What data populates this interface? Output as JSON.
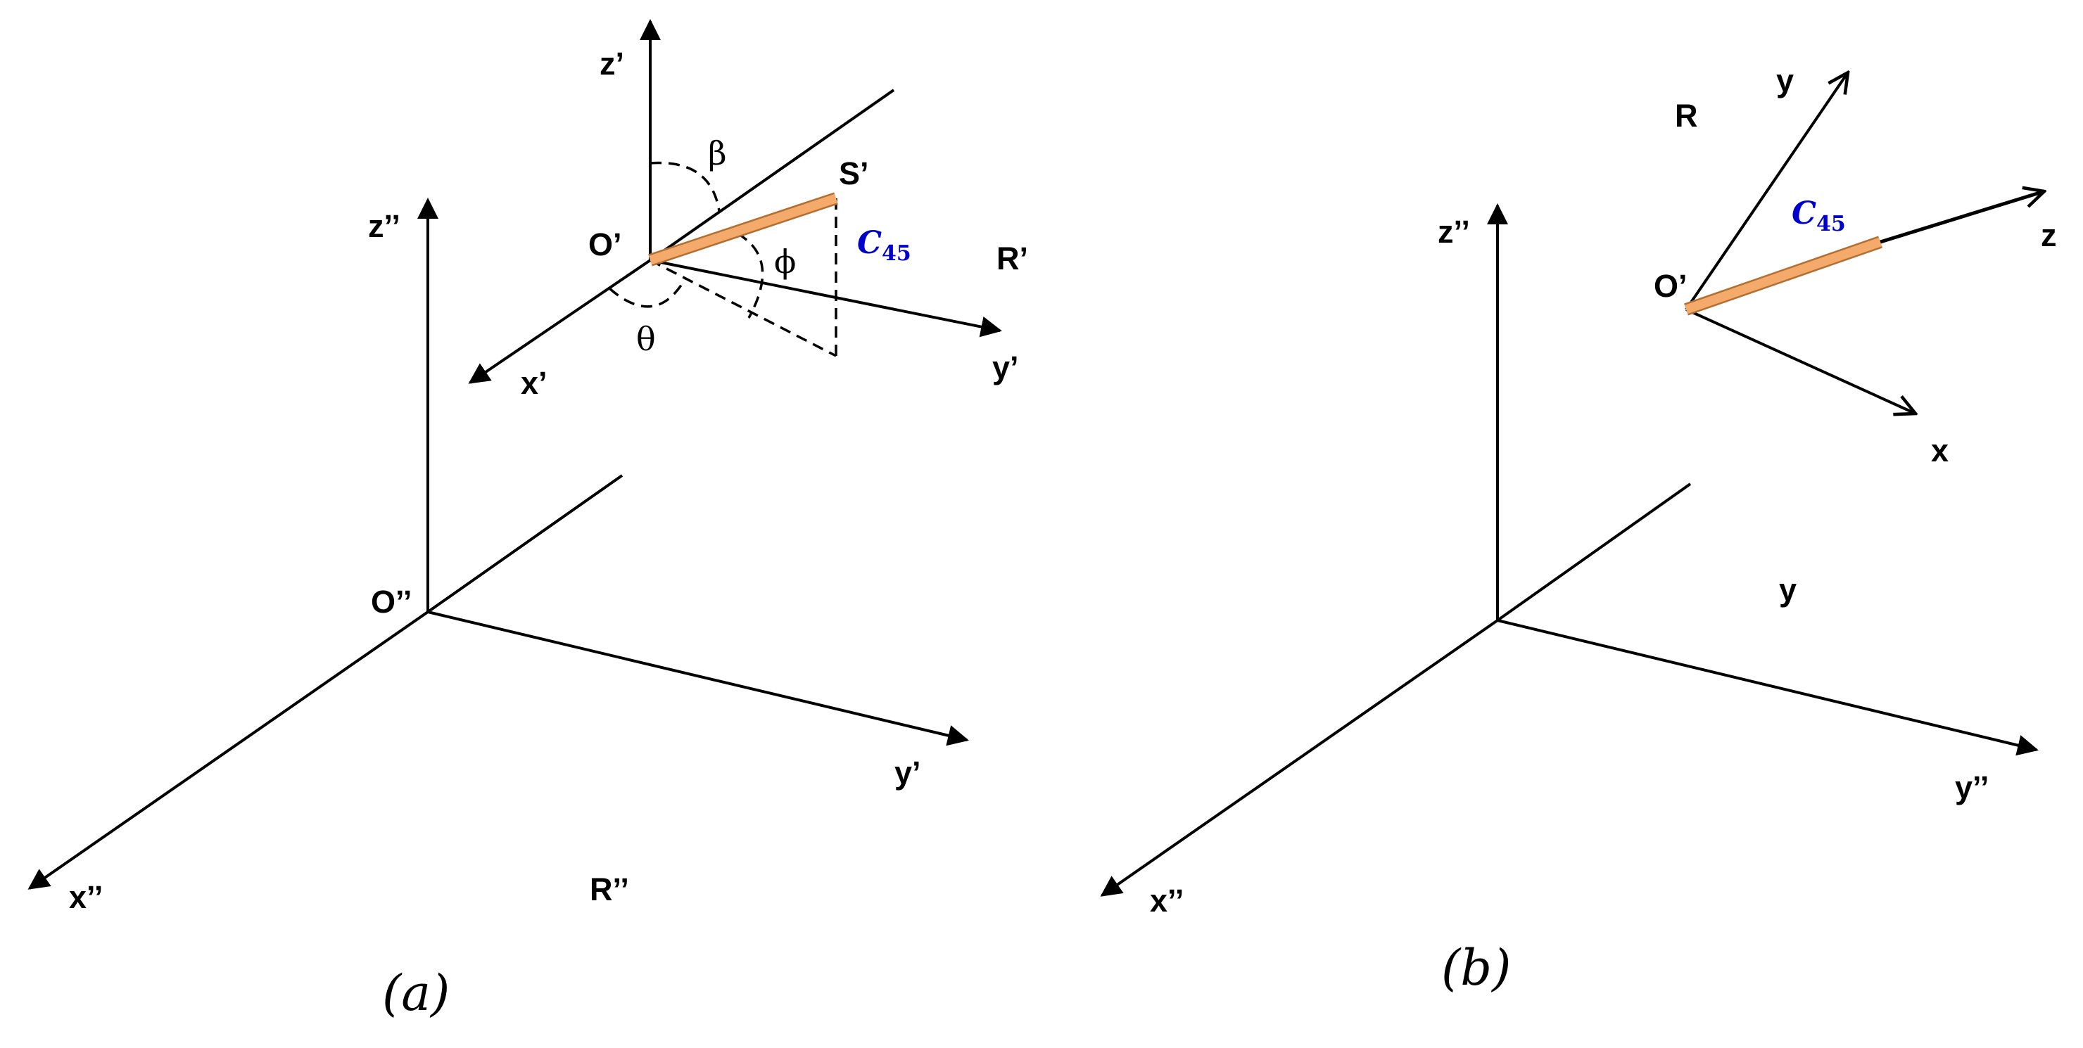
{
  "colors": {
    "rod": "#F4AA6A",
    "rod_edge": "#B36F32",
    "label_c45": "#0000CC",
    "line": "#000000"
  },
  "panel_a": {
    "caption": "(a)",
    "frame_R2": {
      "z": "z’’",
      "x": "x’’",
      "y": "y’",
      "origin": "O’’",
      "name": "R’’"
    },
    "frame_R1": {
      "z": "z’",
      "x": "x’",
      "y": "y’",
      "origin": "O’",
      "name": "R’"
    },
    "point": "S’",
    "angles": {
      "beta": "β",
      "phi": "ϕ",
      "theta": "θ"
    },
    "rod_label": {
      "main": "C",
      "sub": "45"
    }
  },
  "panel_b": {
    "caption": "(b)",
    "frame_R2": {
      "z": "z’’",
      "x": "x’’",
      "y": "y’’",
      "origin_label": "y"
    },
    "frame_R": {
      "origin": "O’",
      "x": "x",
      "y": "y",
      "z": "z",
      "name": "R"
    },
    "rod_label": {
      "main": "C",
      "sub": "45"
    }
  }
}
